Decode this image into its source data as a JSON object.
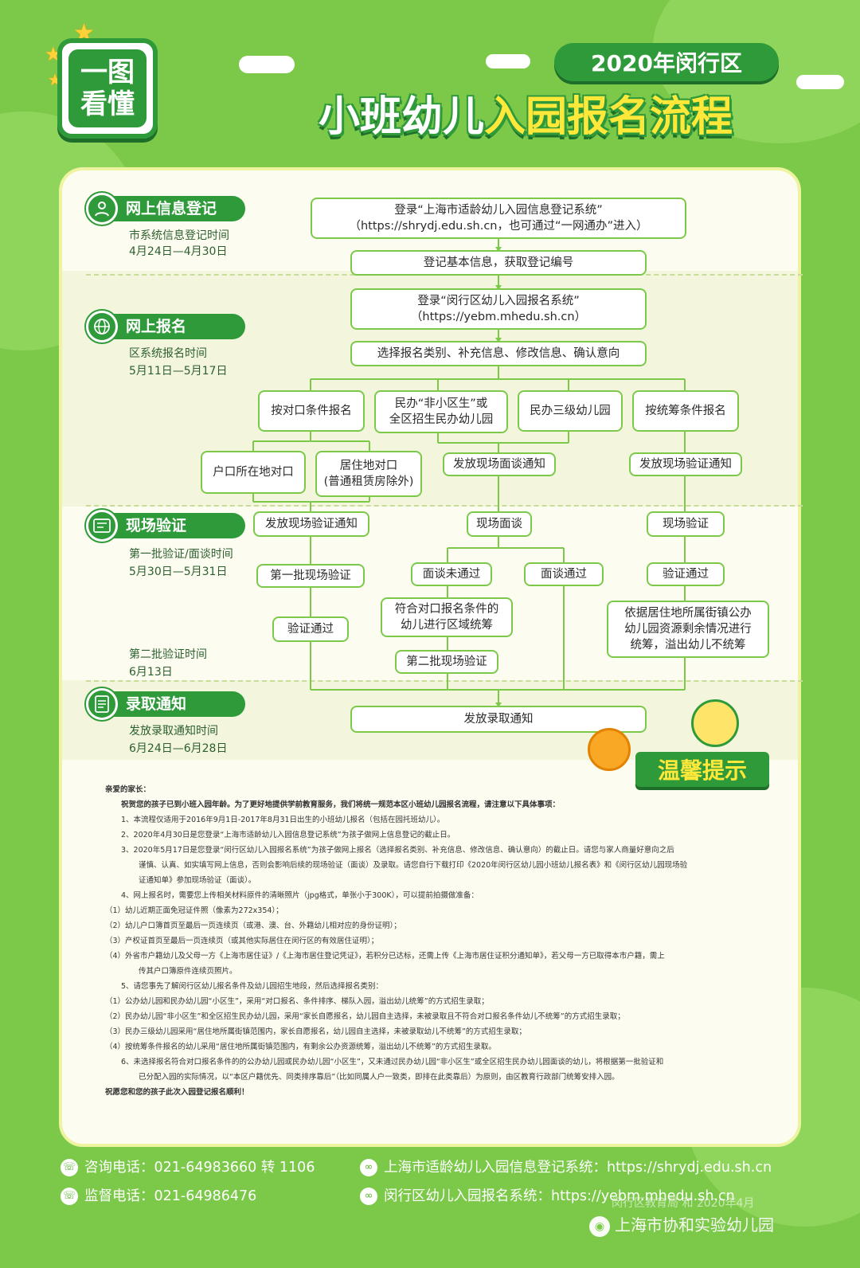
{
  "header": {
    "badge_line1": "一图",
    "badge_line2": "看懂",
    "year_pill": "2020年闵行区",
    "title_part1": "小班幼儿",
    "title_part2": "入园报名流程"
  },
  "stages": [
    {
      "icon": "person-icon",
      "label": "网上信息登记",
      "sub1": "市系统信息登记时间",
      "sub2": "4月24日—4月30日"
    },
    {
      "icon": "globe-icon",
      "label": "网上报名",
      "sub1": "区系统报名时间",
      "sub2": "5月11日—5月17日"
    },
    {
      "icon": "id-card-icon",
      "label": "现场验证",
      "sub1": "第一批验证/面谈时间",
      "sub2": "5月30日—5月31日",
      "sub3": "第二批验证时间",
      "sub4": "6月13日"
    },
    {
      "icon": "document-icon",
      "label": "录取通知",
      "sub1": "发放录取通知时间",
      "sub2": "6月24日—6月28日"
    }
  ],
  "flow": {
    "b1_l1": "登录“上海市适龄幼儿入园信息登记系统”",
    "b1_l2": "（https://shrydj.edu.sh.cn，也可通过“一网通办”进入）",
    "b2": "登记基本信息，获取登记编号",
    "b3_l1": "登录“闵行区幼儿入园报名系统”",
    "b3_l2": "（https://yebm.mhedu.sh.cn）",
    "b4": "选择报名类别、补充信息、修改信息、确认意向",
    "c1": "按对口条件报名",
    "c2_l1": "民办“非小区生”或",
    "c2_l2": "全区招生民办幼儿园",
    "c3": "民办三级幼儿园",
    "c4": "按统筹条件报名",
    "d1": "户口所在地对口",
    "d2_l1": "居住地对口",
    "d2_l2": "(普通租赁房除外)",
    "d3": "发放现场面谈通知",
    "d4": "发放现场验证通知",
    "e1": "发放现场验证通知",
    "e2": "现场面谈",
    "e3": "现场验证",
    "f1": "第一批现场验证",
    "f2": "面谈未通过",
    "f3": "面谈通过",
    "f4": "验证通过",
    "g1": "验证通过",
    "g2_l1": "符合对口报名条件的",
    "g2_l2": "幼儿进行区域统筹",
    "g3_l1": "依据居住地所属街镇公办",
    "g3_l2": "幼儿园资源剩余情况进行",
    "g3_l3": "统筹，溢出幼儿不统筹",
    "h1": "第二批现场验证",
    "final": "发放录取通知"
  },
  "tips": {
    "title": "温馨提示",
    "lines": [
      "亲爱的家长：",
      "祝贺您的孩子已到小班入园年龄。为了更好地提供学前教育服务，我们将统一规范本区小班幼儿园报名流程，请注意以下具体事项：",
      "1、本流程仅适用于2016年9月1日-2017年8月31日出生的小班幼儿报名（包括在园托班幼儿）。",
      "2、2020年4月30日是您登录“上海市适龄幼儿入园信息登记系统”为孩子做网上信息登记的截止日。",
      "3、2020年5月17日是您登录“闵行区幼儿入园报名系统”为孩子做网上报名（选择报名类别、补充信息、修改信息、确认意向）的截止日。请您与家人商量好意向之后",
      "谨慎、认真、如实填写网上信息，否则会影响后续的现场验证（面谈）及录取。请您自行下载打印《2020年闵行区幼儿园小班幼儿报名表》和《闵行区幼儿园现场验",
      "证通知单》参加现场验证（面谈）。",
      "4、网上报名时，需要您上传相关材料原件的清晰照片（jpg格式，单张小于300K），可以提前拍摄做准备：",
      "（1）幼儿近期正面免冠证件照（像素为272x354）；",
      "（2）幼儿户口簿首页至最后一页连续页（或港、澳、台、外籍幼儿相对应的身份证明）；",
      "（3）产权证首页至最后一页连续页（或其他实际居住在闵行区的有效居住证明）；",
      "（4）外省市户籍幼儿及父母一方《上海市居住证》/《上海市居住登记凭证》，若积分已达标，还需上传《上海市居住证积分通知单》，若父母一方已取得本市户籍，需上",
      "传其户口簿原件连续页照片。",
      "5、请您事先了解闵行区幼儿报名条件及幼儿园招生地段，然后选择报名类别：",
      "（1）公办幼儿园和民办幼儿园“小区生”，采用“对口报名、条件排序、梯队入园，溢出幼儿统筹”的方式招生录取；",
      "（2）民办幼儿园“非小区生”和全区招生民办幼儿园，采用“家长自愿报名，幼儿园自主选择，未被录取且不符合对口报名条件幼儿不统筹”的方式招生录取；",
      "（3）民办三级幼儿园采用“居住地所属街镇范围内，家长自愿报名，幼儿园自主选择，未被录取幼儿不统筹”的方式招生录取；",
      "（4）按统筹条件报名的幼儿采用“居住地所属街镇范围内，有剩余公办资源统筹，溢出幼儿不统筹”的方式招生录取。",
      "6、未选择报名符合对口报名条件的的公办幼儿园或民办幼儿园“小区生”，又未通过民办幼儿园“非小区生”或全区招生民办幼儿园面谈的幼儿，将根据第一批验证和",
      "已分配入园的实际情况，以“本区户籍优先、同类排序靠后”（比如同属人户一致类，即排在此类靠后）为原则，由区教育行政部门统筹安排入园。",
      "祝愿您和您的孩子此次入园登记报名顺利！"
    ]
  },
  "footer": {
    "consult": "咨询电话：021-64983660 转 1106",
    "supervise": "监督电话：021-64986476",
    "sys1": "上海市适龄幼儿入园信息登记系统：https://shrydj.edu.sh.cn",
    "sys2": "闵行区幼儿入园报名系统：https://yebm.mhedu.sh.cn",
    "watermark_top": "闵行区教育局 和 2020年4月",
    "watermark": "上海市协和实验幼儿园"
  },
  "colors": {
    "bg": "#7cc94a",
    "dark_green": "#2f9a3a",
    "highlight": "#ffe83a",
    "panel": "#fdfcf0"
  }
}
